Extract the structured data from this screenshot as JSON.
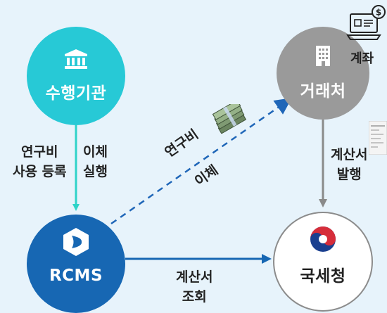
{
  "nodes": {
    "agency": {
      "label": "수행기관",
      "icon": "bank-icon",
      "color": "#27c9d6"
    },
    "vendor": {
      "label": "거래처",
      "icon": "building-icon",
      "color": "#9a9a9a"
    },
    "rcms": {
      "label": "RCMS",
      "icon": "rcms-logo-icon",
      "color": "#1767b3"
    },
    "nts": {
      "label": "국세청",
      "icon": "taeguk-emblem-icon",
      "color": "#ffffff"
    }
  },
  "edges": {
    "agency_to_rcms": {
      "left_line1": "연구비",
      "left_line2": "사용 등록",
      "right_line1": "이체",
      "right_line2": "실행"
    },
    "rcms_to_vendor": {
      "line1": "연구비",
      "line2": "이체",
      "icon": "money-stack-icon"
    },
    "vendor_to_nts": {
      "line1": "계산서",
      "line2": "발행",
      "icon": "receipt-icon"
    },
    "rcms_to_nts": {
      "line1": "계산서",
      "line2": "조회"
    }
  },
  "account_label": "계좌",
  "account_icon": "laptop-payment-icon",
  "colors": {
    "background": "#e7f3fb",
    "teal_arrow": "#2ed3c8",
    "blue_arrow": "#1767b3",
    "gray_arrow": "#8a8a8a",
    "dashed_arrow": "#1f66b8"
  }
}
